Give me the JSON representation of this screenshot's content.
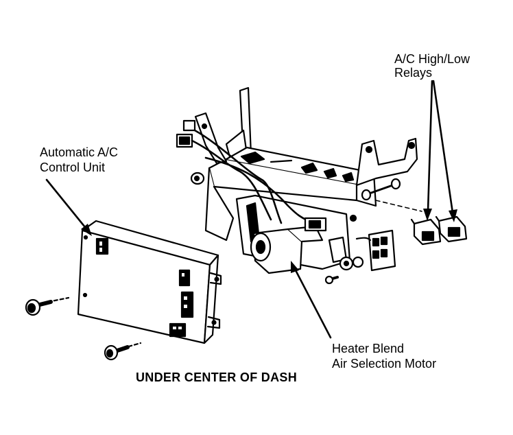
{
  "labels": {
    "relays_line1": "A/C High/Low",
    "relays_line2": "Relays",
    "control_unit_line1": "Automatic A/C",
    "control_unit_line2": "Control Unit",
    "motor_line1": "Heater Blend",
    "motor_line2": "Air Selection Motor"
  },
  "caption": "UNDER CENTER OF DASH",
  "colors": {
    "ink": "#000000",
    "paper": "#ffffff"
  }
}
